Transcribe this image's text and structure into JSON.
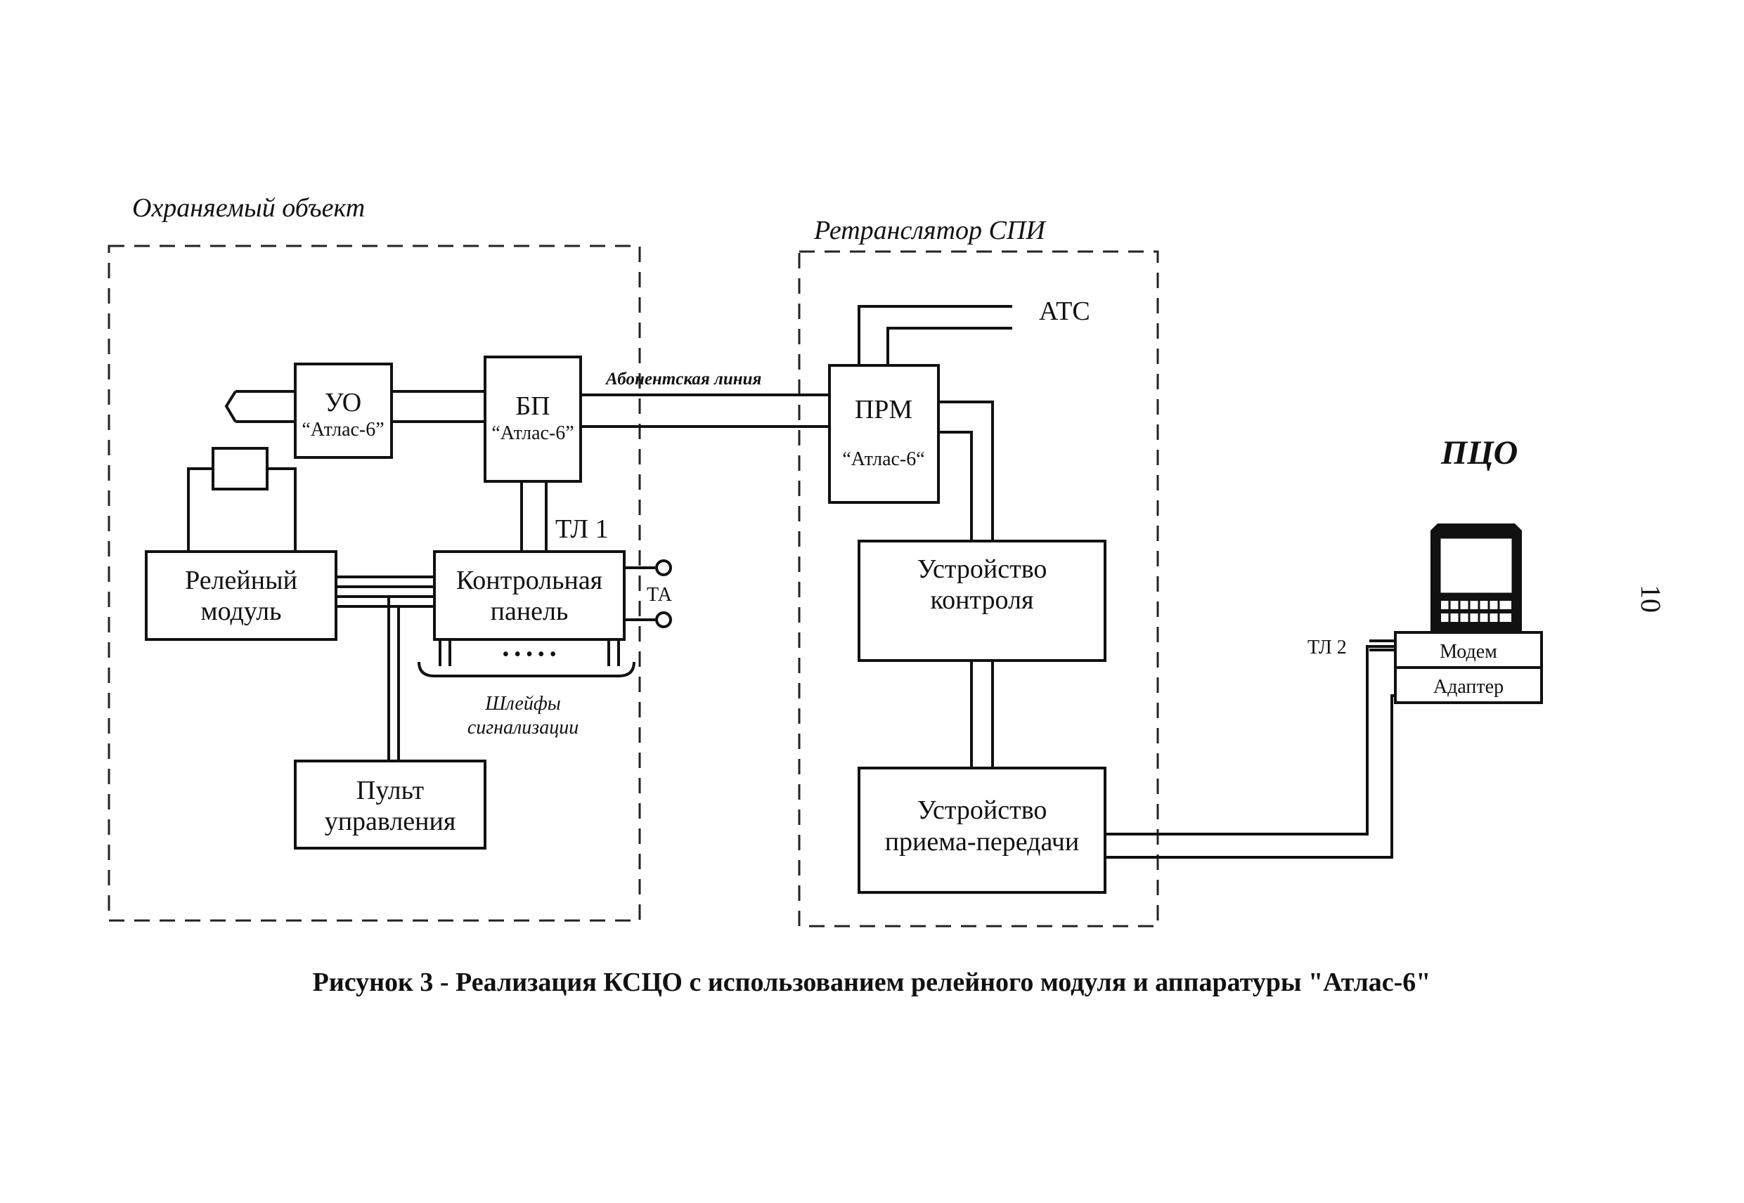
{
  "regions": {
    "protected_object": "Охраняемый  объект",
    "repeater": "Ретранслятор  СПИ",
    "monitoring_center": "ПЦО"
  },
  "blocks": {
    "uo": {
      "line1": "УО",
      "line2": "“Атлас-6”"
    },
    "bp": {
      "line1": "БП",
      "line2": "“Атлас-6”"
    },
    "relay_module": {
      "line1": "Релейный",
      "line2": "модуль"
    },
    "control_panel": {
      "line1": "Контрольная",
      "line2": "панель"
    },
    "remote_console": {
      "line1": "Пульт",
      "line2": "управления"
    },
    "prm": {
      "line1": "ПРМ",
      "line2": "“Атлас-6“"
    },
    "control_device": {
      "line1": "Устройство",
      "line2": "контроля"
    },
    "transceiver": {
      "line1": "Устройство",
      "line2": "приема-передачи"
    },
    "modem": "Модем",
    "adapter": "Адаптер"
  },
  "labels": {
    "subscriber_line": "Абонентская линия",
    "tl1": "ТЛ 1",
    "tl2": "ТЛ 2",
    "ta": "ТА",
    "ats": "АТС",
    "alarm_loops_line1": "Шлейфы",
    "alarm_loops_line2": "сигнализации",
    "loops_dots": "• • • • •"
  },
  "caption": "Рисунок 3 - Реализация КСЦО с использованием релейного модуля и аппаратуры \"Атлас-6\"",
  "page_number": "10"
}
